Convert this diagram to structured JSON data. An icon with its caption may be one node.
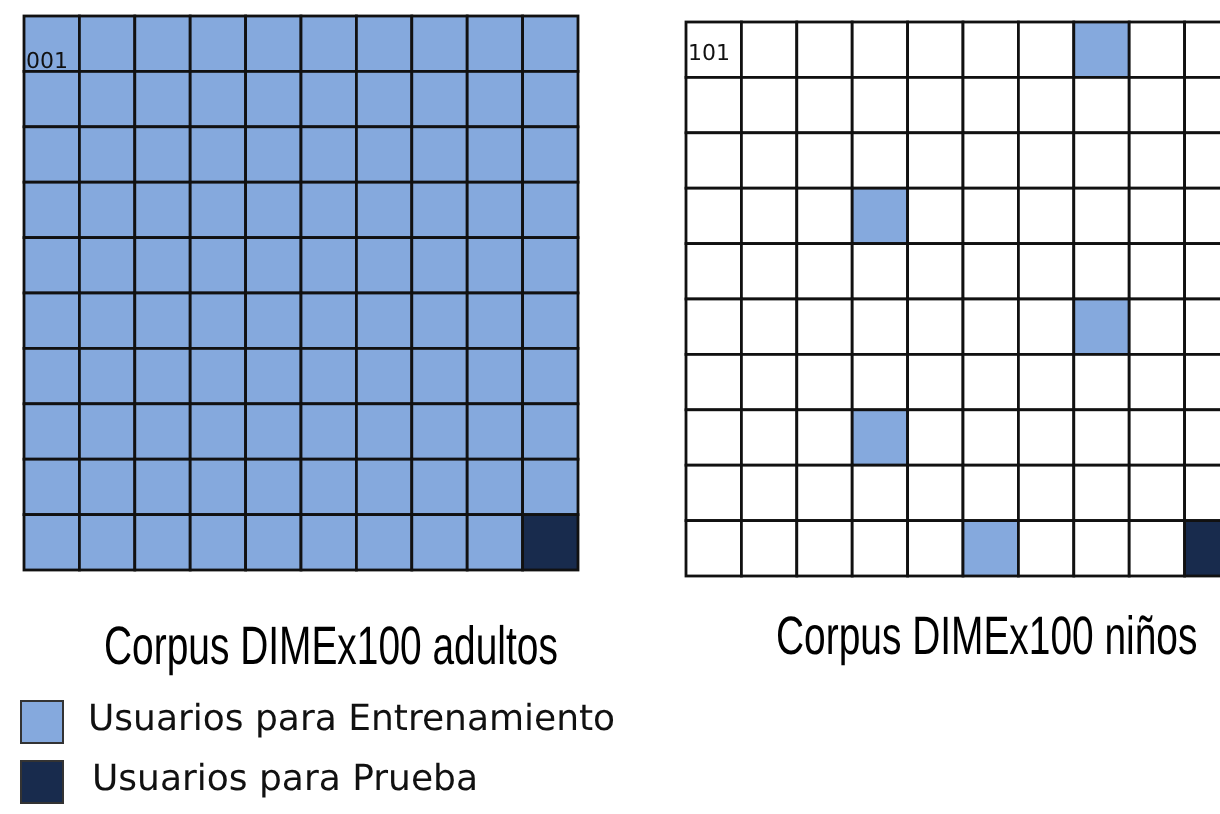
{
  "diagram": {
    "labels": [
      "001",
      "101",
      "Corpus DIMEx100 adultos",
      "Corpus DIMEx100 niños"
    ],
    "legend": [
      {
        "text": "Usuarios para Entrenamiento",
        "color": "#85a9dd"
      },
      {
        "text": "Usuarios para Prueba",
        "color": "#182b4d"
      }
    ]
  }
}
